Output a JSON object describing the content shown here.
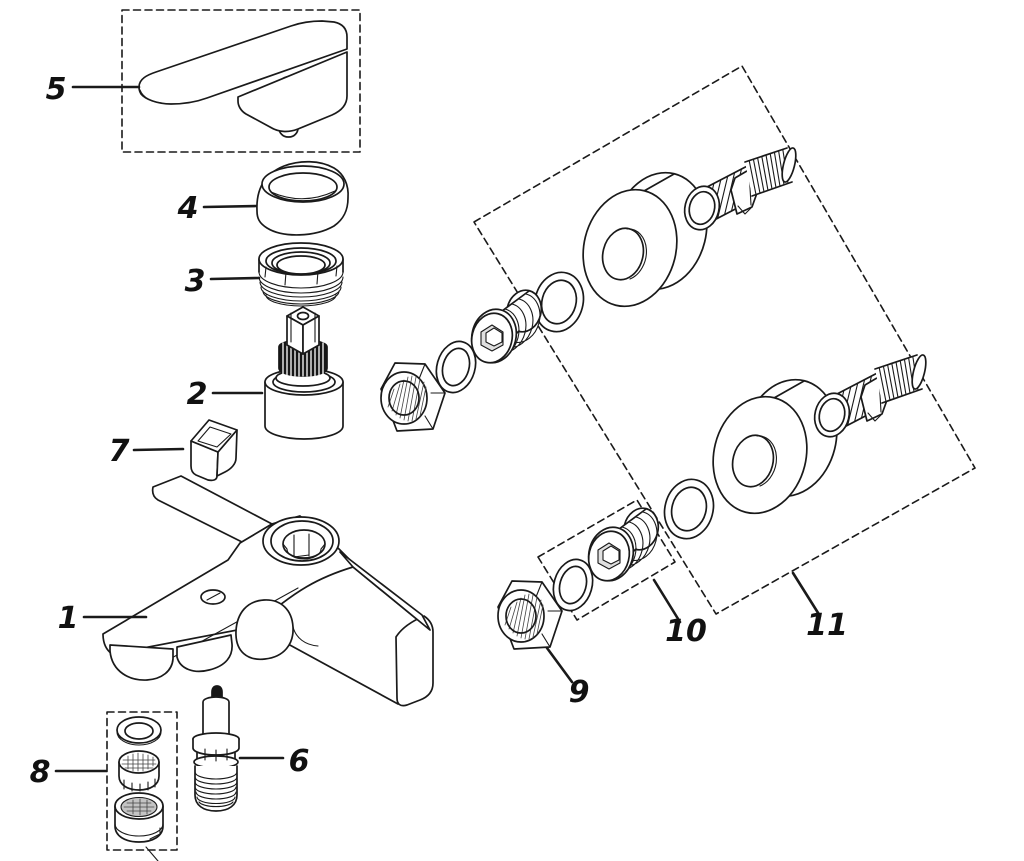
{
  "diagram": {
    "kind": "exploded-parts-diagram",
    "subject": "single-lever bath shower mixer faucet",
    "colors": {
      "background": "#ffffff",
      "line": "#1a1a1a",
      "solid_dark_fill": "#161616",
      "aerator_screen_gray": "#c4c4c4"
    },
    "parts": [
      {
        "number": "1",
        "name": "faucet-body"
      },
      {
        "number": "2",
        "name": "ceramic-cartridge"
      },
      {
        "number": "3",
        "name": "cartridge-retaining-ring"
      },
      {
        "number": "4",
        "name": "dome-trim-cap"
      },
      {
        "number": "5",
        "name": "lever-handle",
        "boxed": true
      },
      {
        "number": "6",
        "name": "diverter-valve"
      },
      {
        "number": "7",
        "name": "handle-cover-cap"
      },
      {
        "number": "8",
        "name": "aerator-kit",
        "boxed": true
      },
      {
        "number": "9",
        "name": "compression-nut"
      },
      {
        "number": "10",
        "name": "adapter-seal-kit",
        "boxed": true
      },
      {
        "number": "11",
        "name": "eccentric-union-kit",
        "boxed": true
      }
    ]
  }
}
